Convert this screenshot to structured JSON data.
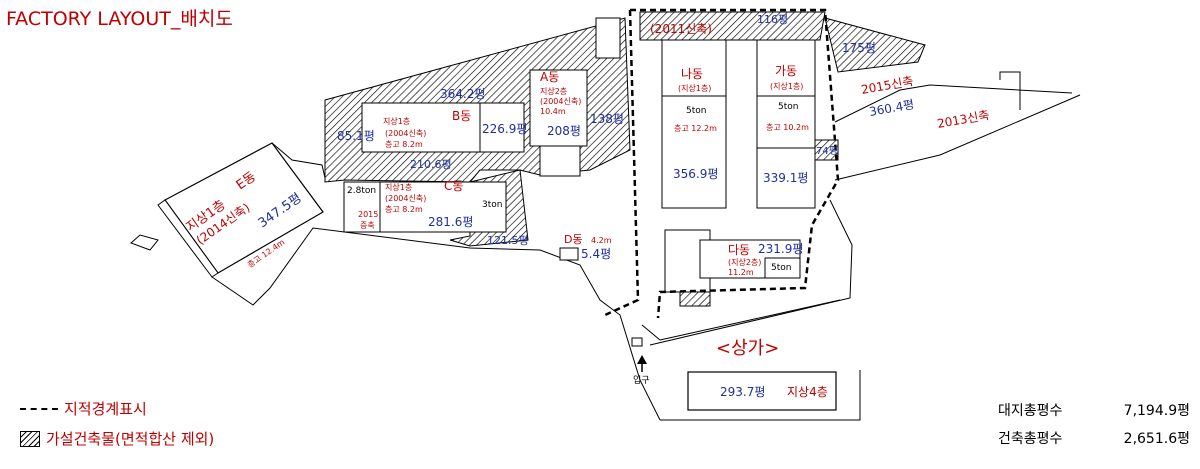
{
  "title": "FACTORY LAYOUT_배치도",
  "labels": {
    "e_floor": "지상1층",
    "e_name": "E동",
    "e_built": "(2014신축)",
    "e_area": "347.5평",
    "e_height": "층고 12.4m",
    "b_area_top": "364.2평",
    "b_area_left": "85.1평",
    "b_floor": "지상1층",
    "b_name": "B동",
    "b_built": "(2004신축)",
    "b_height": "층고 8.2m",
    "b_area_right": "226.9평",
    "b_area_bottom": "210.6평",
    "a_name": "A동",
    "a_floor": "지상2층",
    "a_built": "(2004신축)",
    "a_height": "10.4m",
    "a_area": "208평",
    "a_side": "138평",
    "c_crane_left": "2.8ton",
    "c_floor": "지상1층",
    "c_name": "C동",
    "c_built": "(2004신축)",
    "c_height": "층고 8.2m",
    "c_2015": "2015",
    "c_2015b": "증축",
    "c_area": "281.6평",
    "c_crane": "3ton",
    "c_bottom": "121.5평",
    "d_name": "D동",
    "d_height": "4.2m",
    "d_area": "5.4평",
    "new_2011": "(2011신축)",
    "top_116": "116평",
    "na_name": "나동",
    "na_floor": "(지상1층)",
    "na_crane": "5ton",
    "na_height": "층고 12.2m",
    "na_area": "356.9평",
    "ga_name": "가동",
    "ga_floor": "(지상1층)",
    "ga_crane": "5ton",
    "ga_height": "층고 10.2m",
    "ga_area": "339.1평",
    "side_74": "74평",
    "top_175": "175평",
    "new_2015": "2015신축",
    "area_360": "360.4평",
    "new_2013": "2013신축",
    "da_name": "다동",
    "da_area": "231.9평",
    "da_floor": "(지상2층)",
    "da_height": "11.2m",
    "da_crane": "5ton",
    "entrance": "입구",
    "sangga": "<상가>",
    "sangga_area": "293.7평",
    "sangga_floor": "지상4층"
  },
  "legend": {
    "boundary": "지적경계표시",
    "temporary": "가설건축물(면적합산 제외)"
  },
  "totals": [
    {
      "label": "대지총평수",
      "value": "7,194.9평"
    },
    {
      "label": "건축총평수",
      "value": "2,651.6평"
    }
  ],
  "colors": {
    "red": "#c00000",
    "blue": "#1f2f9f",
    "black": "#000000"
  }
}
